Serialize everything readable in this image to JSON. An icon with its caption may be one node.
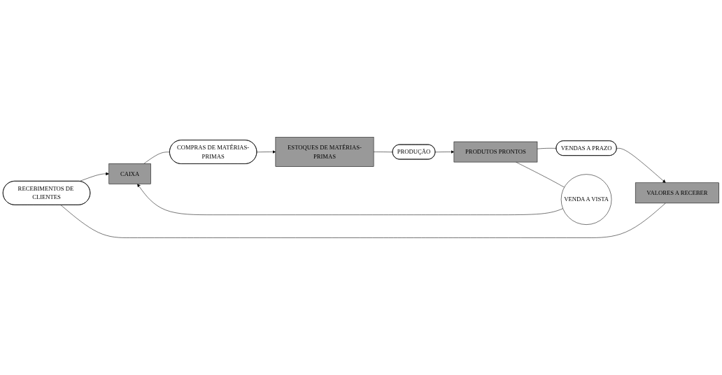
{
  "diagram": {
    "nodes": [
      {
        "text": [
          "RECEBIMENTOS DE CLIENTES"
        ]
      },
      {
        "text": [
          "CAIXA"
        ]
      },
      {
        "text": [
          "COMPRAS DE MATÉRIAS-PRIMAS"
        ]
      },
      {
        "text": [
          "VALORES A RECEBER"
        ]
      },
      {
        "text": [
          "VENDA A VISTA"
        ]
      },
      {
        "text": [
          "ESTOQUES DE MATÉRIAS-PRIMAS"
        ]
      },
      {
        "text": [
          "VENDAS A PRAZO"
        ]
      },
      {
        "text": [
          "PRODUTOS PRONTOS"
        ]
      },
      {
        "text": [
          "PRODUÇÃO"
        ]
      }
    ],
    "edges": [
      {
        "from": 0,
        "to": 1,
        "arrow": "to"
      },
      {
        "from": 1,
        "to": 2,
        "arrow": "none"
      },
      {
        "from": 2,
        "to": 5,
        "arrow": "to"
      },
      {
        "from": 5,
        "to": 8,
        "arrow": "none"
      },
      {
        "from": 8,
        "to": 7,
        "arrow": "to"
      },
      {
        "from": 7,
        "to": 6,
        "arrow": "none"
      },
      {
        "from": 6,
        "to": 3,
        "arrow": "to"
      },
      {
        "from": 3,
        "to": 0,
        "arrow": "none"
      },
      {
        "from": 7,
        "to": 4,
        "arrow": "none"
      },
      {
        "from": 4,
        "to": 1,
        "arrow": "to"
      }
    ]
  }
}
